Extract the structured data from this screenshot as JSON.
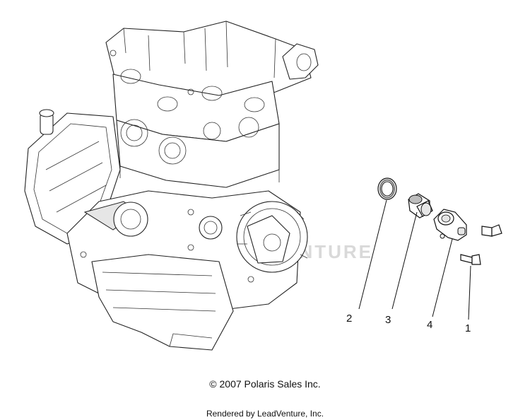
{
  "diagram": {
    "watermark": "LEADVENTURE",
    "callouts": [
      {
        "id": "2",
        "label": "2"
      },
      {
        "id": "3",
        "label": "3"
      },
      {
        "id": "4",
        "label": "4"
      },
      {
        "id": "1",
        "label": "1"
      }
    ]
  },
  "footer": {
    "copyright": "© 2007 Polaris Sales Inc.",
    "rendered_by": "Rendered by LeadVenture, Inc."
  }
}
